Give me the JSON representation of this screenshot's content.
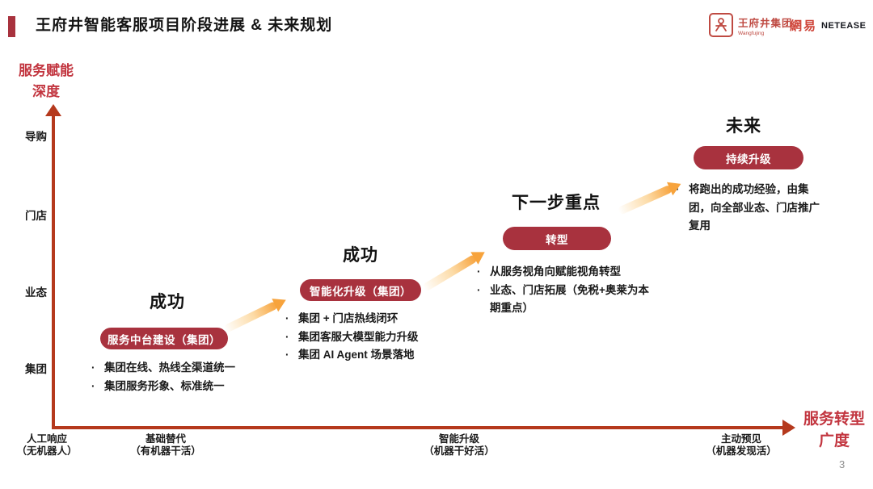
{
  "header": {
    "title": "王府井智能客服项目阶段进展 & 未来规划",
    "logos": {
      "wangfujing_cn": "王府井集团",
      "wangfujing_en": "Wangfujing",
      "netease_cn": "網易",
      "netease_en": "NETEASE"
    }
  },
  "y_axis": {
    "title_line1": "服务赋能",
    "title_line2": "深度",
    "ticks": [
      "导购",
      "门店",
      "业态",
      "集团"
    ]
  },
  "x_axis": {
    "title_line1": "服务转型",
    "title_line2": "广度",
    "ticks": [
      {
        "line1": "人工响应",
        "line2": "（无机器人）"
      },
      {
        "line1": "基础替代",
        "line2": "（有机器干活）"
      },
      {
        "line1": "智能升级",
        "line2": "（机器干好活）"
      },
      {
        "line1": "主动预见",
        "line2": "（机器发现活）"
      }
    ]
  },
  "stages": [
    {
      "heading": "成功",
      "pill": "服务中台建设（集团）",
      "bullets": [
        "集团在线、热线全渠道统一",
        "集团服务形象、标准统一"
      ]
    },
    {
      "heading": "成功",
      "pill": "智能化升级（集团）",
      "bullets": [
        "集团 + 门店热线闭环",
        "集团客服大模型能力升级",
        "集团 AI Agent 场景落地"
      ]
    },
    {
      "heading": "下一步重点",
      "pill": "转型",
      "bullets": [
        "从服务视角向赋能视角转型",
        "业态、门店拓展（免税+奥莱为本期重点）"
      ]
    },
    {
      "heading": "未来",
      "pill": "持续升级",
      "bullets": [
        "将跑出的成功经验，由集团，向全部业态、门店推广复用"
      ]
    }
  ],
  "bullet_marker": "·",
  "page_number": "3",
  "colors": {
    "pill_red": "#a8323e",
    "axis_rust": "#b5391d",
    "axis_label_red": "#c2353f",
    "arrow_orange": "#f7a33c"
  }
}
